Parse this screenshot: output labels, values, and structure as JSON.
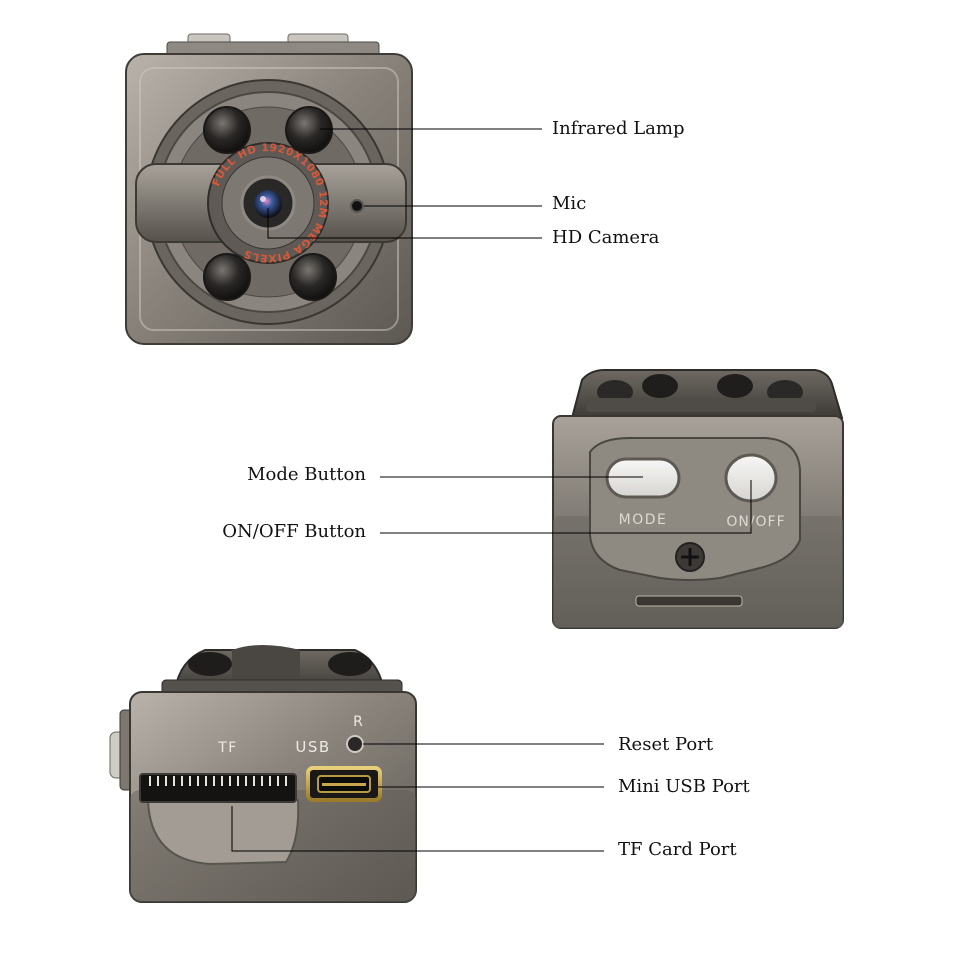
{
  "views": {
    "front": {
      "lens_ring_text": "FULL HD 1920X1080 12M MEGA PIXELS",
      "callouts": {
        "infrared_lamp": "Infrared Lamp",
        "mic": "Mic",
        "hd_camera": "HD Camera"
      }
    },
    "back": {
      "engraving": {
        "mode": "MODE",
        "on_off": "ON/OFF"
      },
      "callouts": {
        "mode_button": "Mode Button",
        "on_off_button": "ON/OFF Button"
      }
    },
    "side": {
      "engraving": {
        "tf": "TF",
        "usb": "USB",
        "reset": "R"
      },
      "callouts": {
        "reset_port": "Reset Port",
        "mini_usb_port": "Mini USB Port",
        "tf_card_port": "TF Card Port"
      }
    }
  },
  "colors": {
    "background": "#ffffff",
    "metal_light": "#b5afa7",
    "metal_dark": "#4a4641",
    "button_white": "#ececea",
    "lens_text": "#d8583a",
    "usb_gold": "#c8a64a",
    "leader_line": "#000000"
  }
}
